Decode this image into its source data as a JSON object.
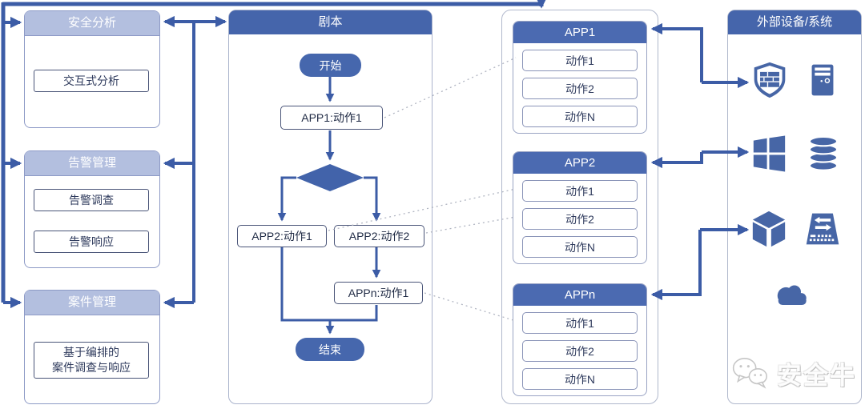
{
  "left_panels": [
    {
      "title": "安全分析",
      "items": [
        "交互式分析"
      ]
    },
    {
      "title": "告警管理",
      "items": [
        "告警调查",
        "告警响应"
      ]
    },
    {
      "title": "案件管理",
      "items": [
        "基于编排的\n案件调查与响应"
      ]
    }
  ],
  "playbook": {
    "title": "剧本",
    "start_label": "开始",
    "end_label": "结束",
    "step1": "APP1:动作1",
    "step2a": "APP2:动作1",
    "step2b": "APP2:动作2",
    "step3": "APPn:动作1"
  },
  "apps": [
    {
      "title": "APP1",
      "actions": [
        "动作1",
        "动作2",
        "动作N"
      ]
    },
    {
      "title": "APP2",
      "actions": [
        "动作1",
        "动作2",
        "动作N"
      ]
    },
    {
      "title": "APPn",
      "actions": [
        "动作1",
        "动作2",
        "动作N"
      ]
    }
  ],
  "external": {
    "title": "外部设备/系统",
    "icons": [
      "firewall-shield",
      "server-tower",
      "windows-logo",
      "database",
      "cube",
      "network-switch",
      "cloud"
    ],
    "watermark": "安全牛"
  },
  "colors": {
    "primary_blue": "#4565ab",
    "line_blue": "#3c5ca6",
    "light_header": "#b3bfdf",
    "icon_blue": "#4766a6",
    "dashed_gray": "#a8adbb"
  }
}
